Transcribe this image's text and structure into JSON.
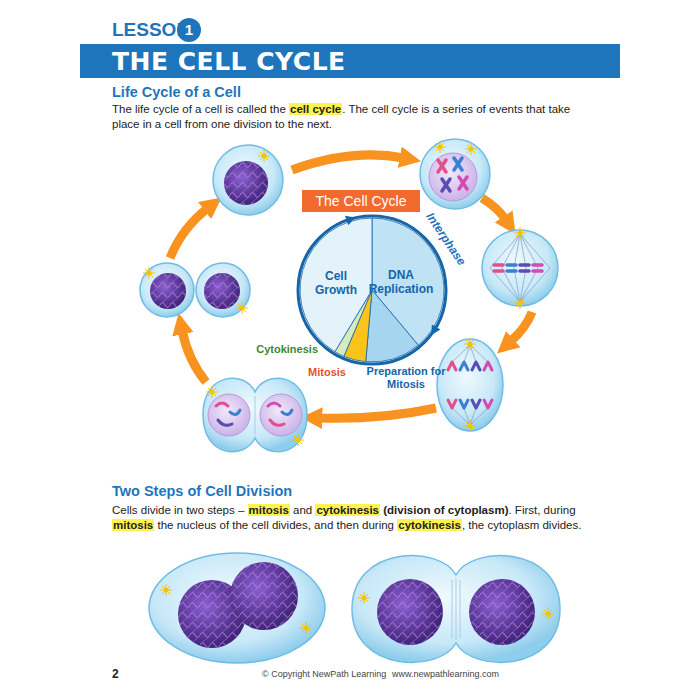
{
  "diagram": {
    "title": "THE CELL CYCLE",
    "nodes": [
      {
        "text": [
          "The Cell Cycle"
        ]
      }
    ],
    "labels": [
      "LESSON",
      "1",
      "Life Cycle of a Cell",
      "The life cycle of a cell is called the",
      "cell cycle",
      ". The cell cycle is a series of events that take place in a cell from one division to the next.",
      "Interphase",
      "Cell Growth",
      "DNA Replication",
      "Cytokinesis",
      "Mitosis",
      "Preparation for Mitosis",
      "Two Steps of Cell Division",
      "Cells divide in two steps –",
      "mitosis",
      "and",
      "cytokinesis",
      "(division of cytoplasm)",
      ". First, during",
      "mitosis",
      "the nucleus of the cell divides, and then during",
      "cytokinesis",
      ", the cytoplasm divides.",
      "2",
      "© Copyright NewPath Learning",
      "www.newpathlearning.com"
    ]
  }
}
